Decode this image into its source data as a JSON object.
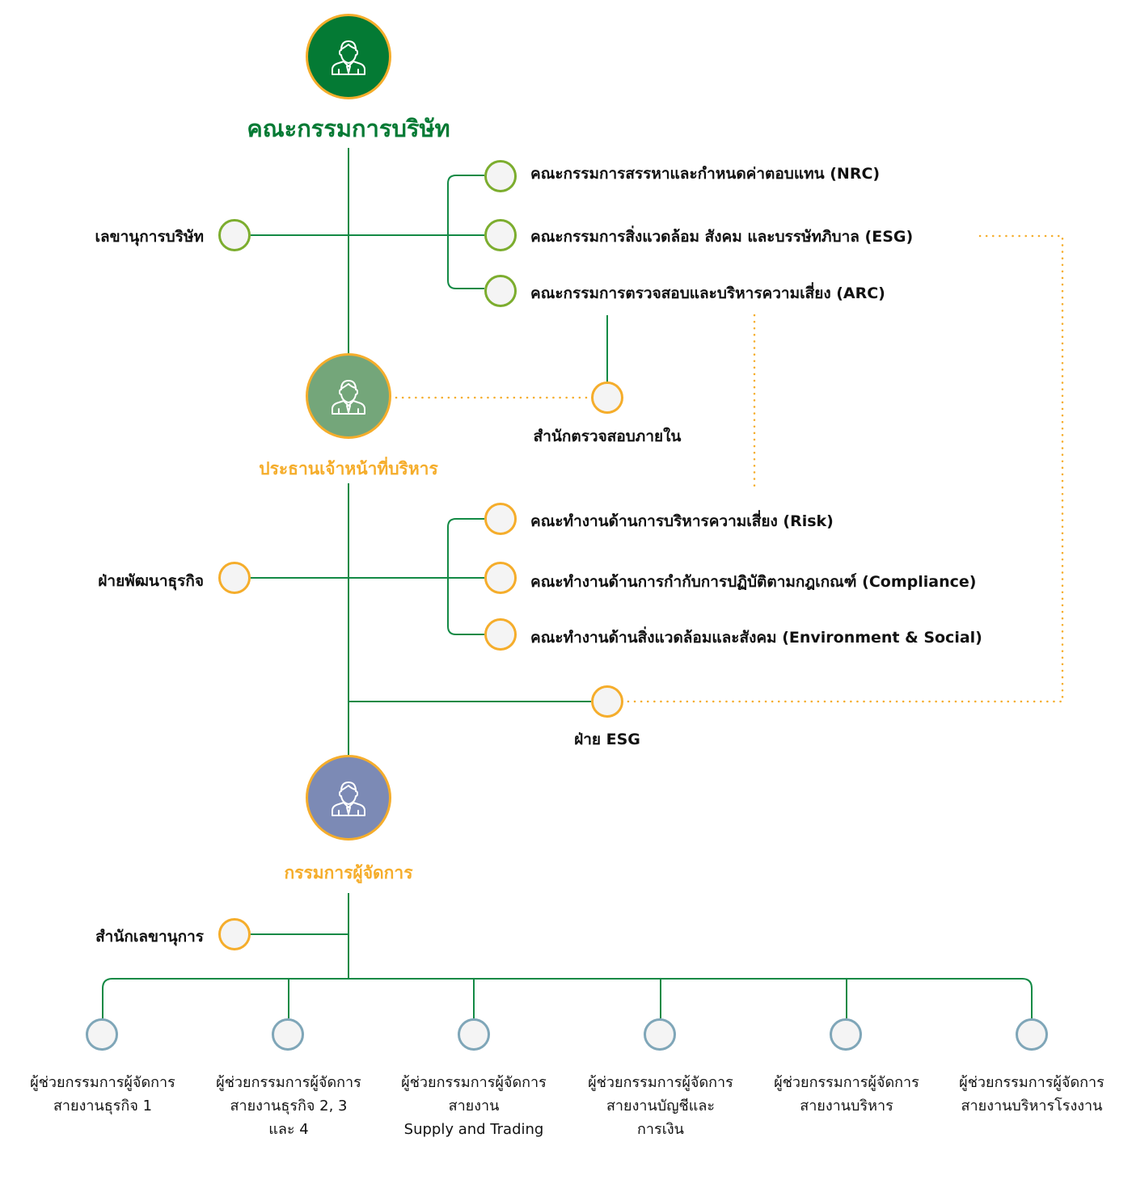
{
  "colors": {
    "board_fill": "#047a34",
    "ceo_fill": "#74a67a",
    "md_fill": "#7c8ab5",
    "ring": "#f5ad2b",
    "line_green": "#138a45",
    "committee_ring": "#7cad2e",
    "staff_ring": "#f5ad2b",
    "assistant_ring": "#7fa6b8",
    "title_green": "#047a34",
    "title_orange": "#f5ad2b"
  },
  "board": {
    "title": "คณะกรรมการบริษัท",
    "icon": "person-icon"
  },
  "company_secretary": {
    "label": "เลขานุการบริษัท"
  },
  "board_committees": [
    {
      "label": "คณะกรรมการสรรหาและกำหนดค่าตอบแทน (NRC)"
    },
    {
      "label": "คณะกรรมการสิ่งแวดล้อม สังคม และบรรษัทภิบาล (ESG)"
    },
    {
      "label": "คณะกรรมการตรวจสอบและบริหารความเสี่ยง (ARC)"
    }
  ],
  "internal_audit": {
    "label": "สำนักตรวจสอบภายใน"
  },
  "ceo": {
    "title": "ประธานเจ้าหน้าที่บริหาร",
    "icon": "person-icon"
  },
  "business_development": {
    "label": "ฝ่ายพัฒนาธุรกิจ"
  },
  "working_groups": [
    {
      "label": "คณะทำงานด้านการบริหารความเสี่ยง (Risk)"
    },
    {
      "label": "คณะทำงานด้านการกำกับการปฏิบัติตามกฎเกณฑ์ (Compliance)"
    },
    {
      "label": "คณะทำงานด้านสิ่งแวดล้อมและสังคม (Environment & Social)"
    }
  ],
  "esg_department": {
    "label": "ฝ่าย ESG"
  },
  "md": {
    "title": "กรรมการผู้จัดการ",
    "icon": "person-icon"
  },
  "secretary_office": {
    "label": "สำนักเลขานุการ"
  },
  "assistants": [
    {
      "lines": [
        "ผู้ช่วยกรรมการผู้จัดการ",
        "สายงานธุรกิจ 1"
      ]
    },
    {
      "lines": [
        "ผู้ช่วยกรรมการผู้จัดการ",
        "สายงานธุรกิจ 2, 3",
        "และ 4"
      ]
    },
    {
      "lines": [
        "ผู้ช่วยกรรมการผู้จัดการ",
        "สายงาน",
        "Supply and Trading"
      ]
    },
    {
      "lines": [
        "ผู้ช่วยกรรมการผู้จัดการ",
        "สายงานบัญชีและ",
        "การเงิน"
      ]
    },
    {
      "lines": [
        "ผู้ช่วยกรรมการผู้จัดการ",
        "สายงานบริหาร"
      ]
    },
    {
      "lines": [
        "ผู้ช่วยกรรมการผู้จัดการ",
        "สายงานบริหารโรงงาน"
      ]
    }
  ]
}
